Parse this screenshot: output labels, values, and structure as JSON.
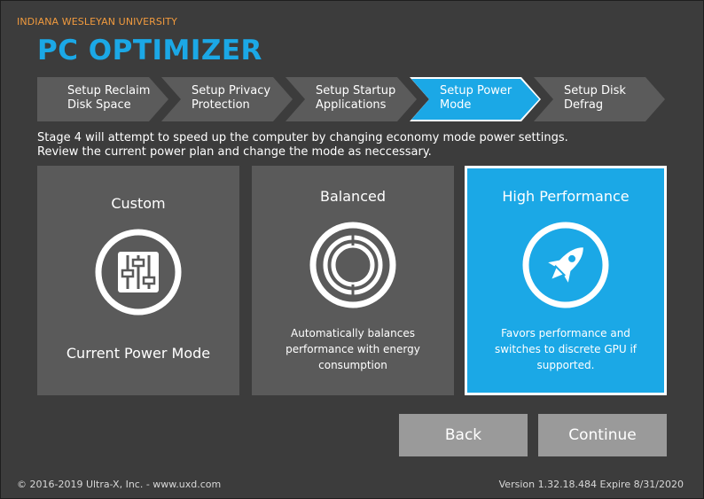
{
  "header": {
    "organization": "INDIANA WESLEYAN UNIVERSITY",
    "app_title": "PC OPTIMIZER"
  },
  "steps": [
    {
      "label": "Setup Reclaim\nDisk Space",
      "state": "completed"
    },
    {
      "label": "Setup Privacy\nProtection",
      "state": "completed"
    },
    {
      "label": "Setup Startup\nApplications",
      "state": "completed"
    },
    {
      "label": "Setup Power\nMode",
      "state": "active"
    },
    {
      "label": "Setup Disk\nDefrag",
      "state": "pending"
    }
  ],
  "description": "Stage 4 will attempt to speed up the computer by changing economy mode power settings.\nReview the current power plan and change the mode as neccessary.",
  "cards": [
    {
      "title": "Custom",
      "icon": "sliders-icon",
      "status": "Current Power Mode",
      "description": ""
    },
    {
      "title": "Balanced",
      "icon": "balance-circles-icon",
      "status": "",
      "description": "Automatically balances performance with energy consumption"
    },
    {
      "title": "High Performance",
      "icon": "rocket-icon",
      "status": "",
      "description": "Favors performance and switches to discrete GPU if supported.",
      "selected": true
    }
  ],
  "buttons": {
    "back": "Back",
    "continue": "Continue"
  },
  "footer": {
    "copyright": "© 2016-2019 Ultra-X, Inc. - www.uxd.com",
    "version": "Version 1.32.18.484   Expire 8/31/2020"
  },
  "colors": {
    "accent": "#1ba8e6",
    "organization": "#f09a3e",
    "background": "#3c3c3c",
    "card": "#5a5a5a",
    "button": "#9a9a9a"
  }
}
